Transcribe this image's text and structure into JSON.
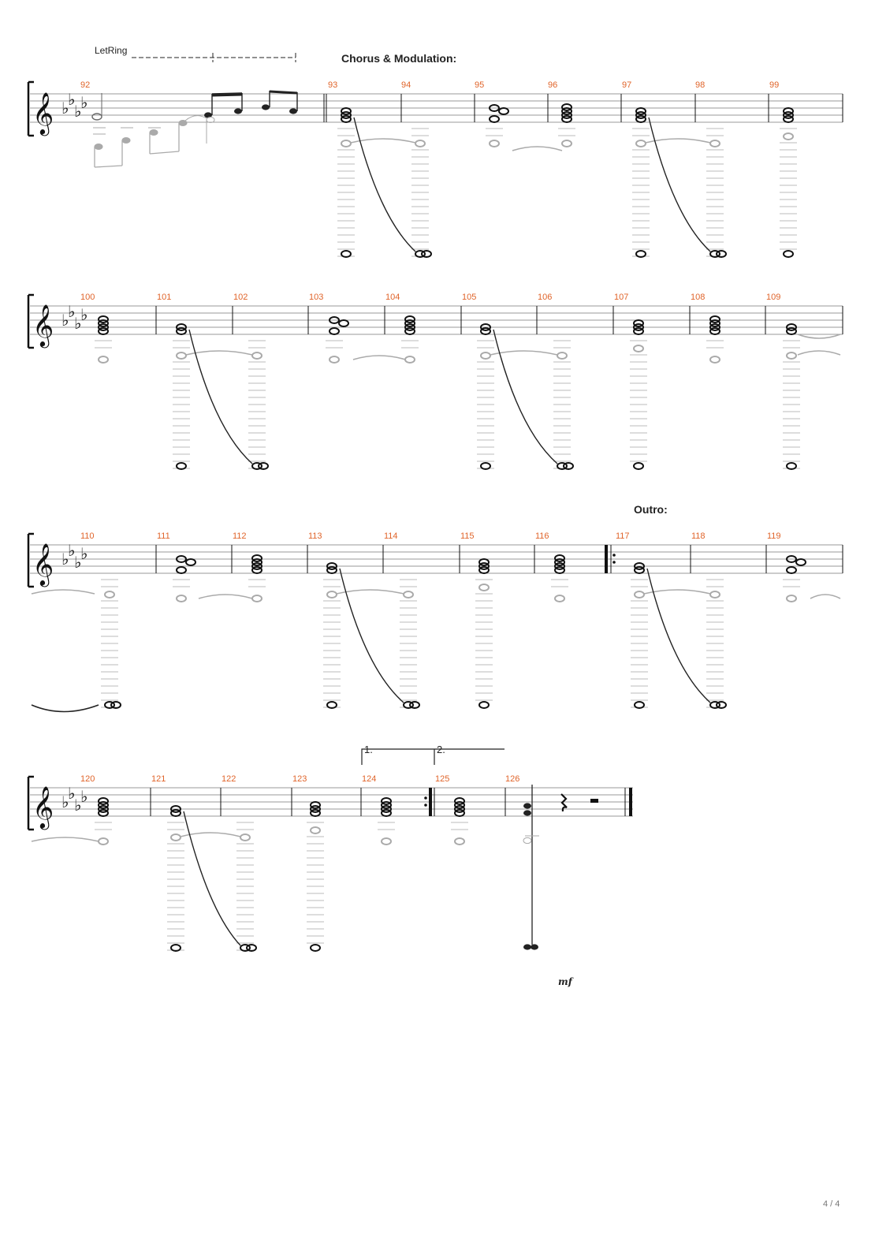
{
  "sections": {
    "let_ring": "LetRing",
    "chorus": "Chorus & Modulation:",
    "outro": "Outro:"
  },
  "voltas": {
    "first": "1.",
    "second": "2."
  },
  "dynamic": "mf",
  "page_number": "4 / 4",
  "colors": {
    "measure_number": "#e0642a",
    "ink": "#111111",
    "ghost": "#aaaaaa"
  },
  "systems": [
    {
      "measures": [
        "92",
        "93",
        "94",
        "95",
        "96",
        "97",
        "98",
        "99"
      ]
    },
    {
      "measures": [
        "100",
        "101",
        "102",
        "103",
        "104",
        "105",
        "106",
        "107",
        "108",
        "109"
      ]
    },
    {
      "measures": [
        "110",
        "111",
        "112",
        "113",
        "114",
        "115",
        "116",
        "117",
        "118",
        "119"
      ]
    },
    {
      "measures": [
        "120",
        "121",
        "122",
        "123",
        "124",
        "125",
        "126"
      ]
    }
  ]
}
